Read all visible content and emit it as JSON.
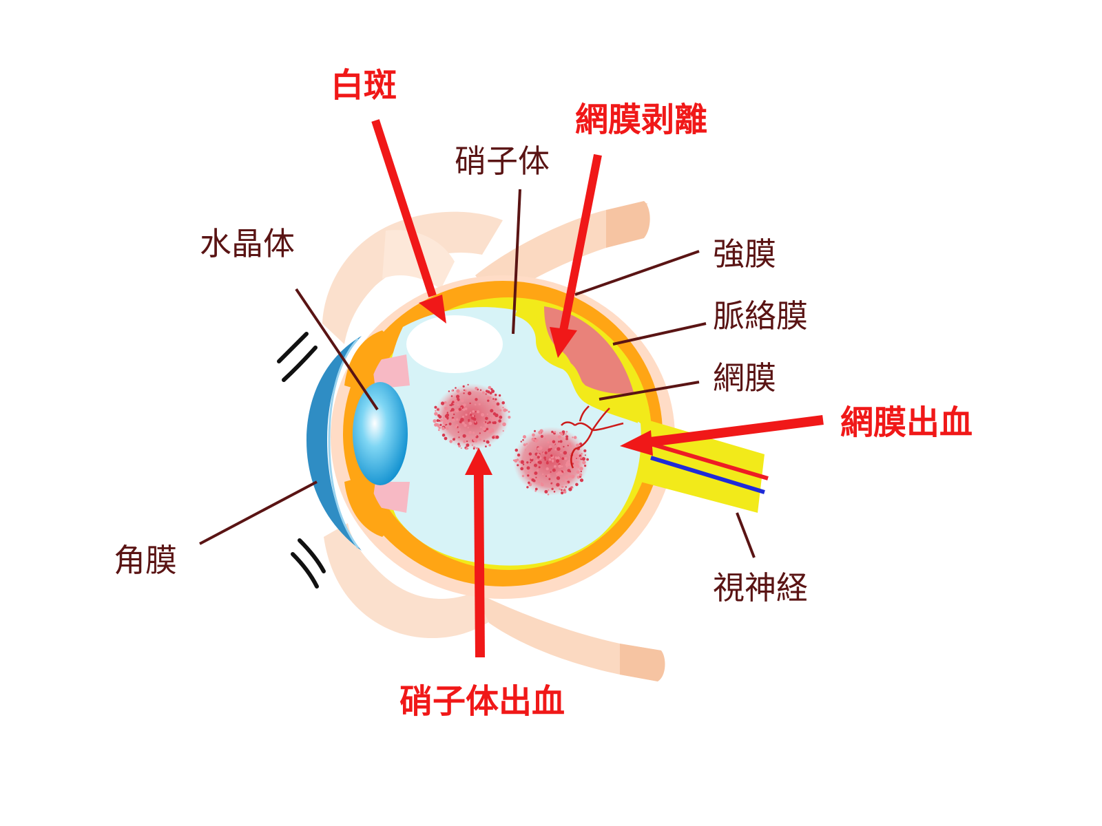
{
  "labels": {
    "hakuhan": "白斑",
    "moumaku_hakuri": "網膜剥離",
    "shoshitai": "硝子体",
    "suishoutai": "水晶体",
    "kyoumaku": "強膜",
    "myakurakumaku": "脈絡膜",
    "moumaku": "網膜",
    "moumaku_shukketsu": "網膜出血",
    "kakumaku": "角膜",
    "shishinkei": "視神経",
    "shoshitai_shukketsu": "硝子体出血"
  },
  "colors": {
    "label_dark": "#5a1414",
    "label_red": "#f01818",
    "arrow_red": "#f01818",
    "sclera": "#ffa514",
    "choroid_band": "#ffdcc6",
    "retina": "#f2ea1a",
    "vitreous": "#d7f3f7",
    "detached_region": "#e9827a",
    "lens": "#1aa6df",
    "cornea": "#2f8dc4",
    "muscle": "#fbd9c1",
    "hemorrhage": "#e14a5e",
    "artery": "#ee1c24",
    "vein": "#1e2bd8"
  }
}
